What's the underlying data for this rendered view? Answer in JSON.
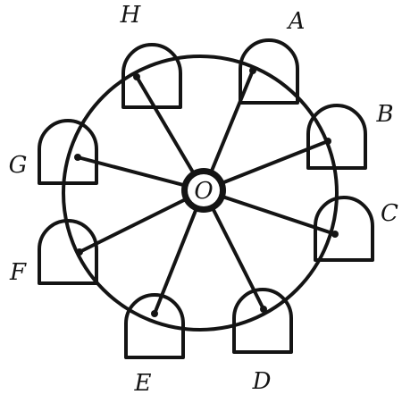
{
  "diagram": {
    "center_label": "O",
    "ink_color": "#141414",
    "background_color": "#ffffff",
    "cabins": [
      {
        "label": "A"
      },
      {
        "label": "B"
      },
      {
        "label": "C"
      },
      {
        "label": "D"
      },
      {
        "label": "E"
      },
      {
        "label": "F"
      },
      {
        "label": "G"
      },
      {
        "label": "H"
      }
    ]
  }
}
